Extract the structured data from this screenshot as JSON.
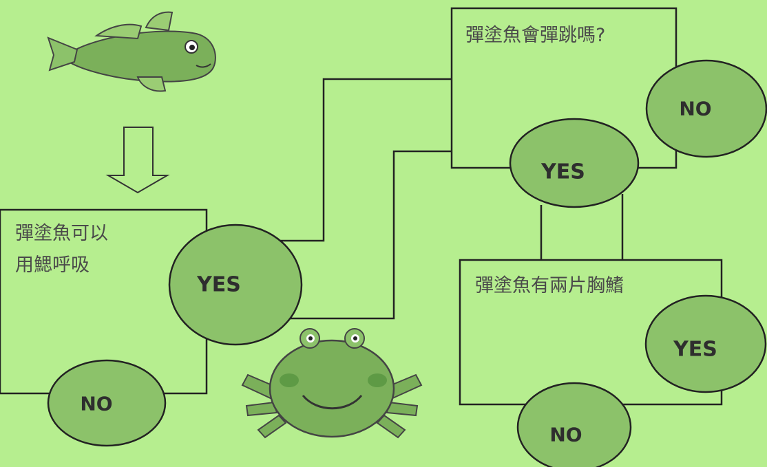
{
  "nodes": {
    "q1": {
      "text_lines": [
        "彈塗魚可以",
        "用鰓呼吸"
      ]
    },
    "q2": {
      "text": "彈塗魚會彈跳嗎?"
    },
    "q3": {
      "text": "彈塗魚有兩片胸鰭"
    }
  },
  "answers": {
    "q1_yes": "YES",
    "q1_no": "NO",
    "q2_yes": "YES",
    "q2_no": "NO",
    "q3_yes": "YES",
    "q3_no": "NO"
  },
  "colors": {
    "background": "#b6ee8f",
    "oval_fill": "#8cc26a",
    "box_fill": "#b6ee8f",
    "line": "#222222"
  },
  "icons": [
    "mudskipper-icon",
    "crab-icon",
    "down-arrow-icon"
  ]
}
